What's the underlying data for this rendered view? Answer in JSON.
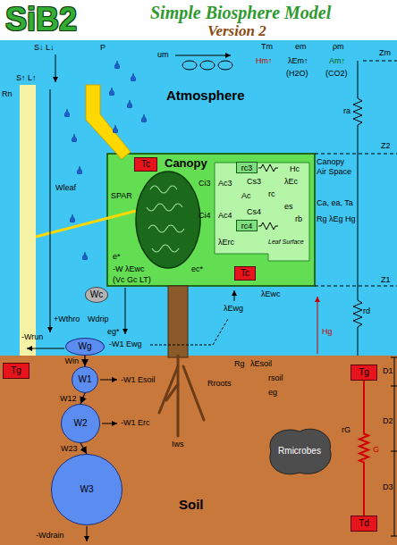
{
  "diagram": {
    "title": "Simple Biosphere Model",
    "nodes": [
      {
        "text": [
          "Atmosphere"
        ]
      },
      {
        "text": [
          "Canopy"
        ],
        "in": 0
      },
      {
        "text": [
          "Tc"
        ],
        "in": 1
      },
      {
        "text": [
          "rc3"
        ],
        "in": 1
      },
      {
        "text": [
          "rc4"
        ],
        "in": 1
      },
      {
        "text": [
          "Tc"
        ],
        "in": 1
      },
      {
        "text": [
          "Wc"
        ],
        "in": 0
      },
      {
        "text": [
          "Wg"
        ],
        "in": 0
      },
      {
        "text": [
          "Soil"
        ]
      },
      {
        "text": [
          "Tg"
        ],
        "in": 8
      },
      {
        "text": [
          "W1"
        ],
        "in": 8
      },
      {
        "text": [
          "W2"
        ],
        "in": 8
      },
      {
        "text": [
          "W3"
        ],
        "in": 8
      },
      {
        "text": [
          "Tg"
        ],
        "in": 8
      },
      {
        "text": [
          "Td"
        ],
        "in": 8
      },
      {
        "text": [
          "Rmicrobes"
        ],
        "in": 8
      }
    ],
    "edges": [
      {
        "from": 7,
        "to": 10,
        "arrow": "to",
        "label": "Win"
      },
      {
        "from": 10,
        "to": 11,
        "arrow": "to",
        "label": "W12"
      },
      {
        "from": 11,
        "to": 12,
        "arrow": "to",
        "label": "W23"
      },
      {
        "from": 13,
        "to": 14,
        "arrow": "none"
      }
    ],
    "labels": [
      "SiB2",
      "Version 2",
      "S↓ L↓",
      "P",
      "Rn",
      "S↑ L↑",
      "um",
      "Tm",
      "em",
      "ρm",
      "Zm",
      "Hm↑",
      "λEm↑",
      "Am↑",
      "(H2O)",
      "(CO2)",
      "ra",
      "Z2",
      "Canopy Air Space",
      "SPAR",
      "Ci3",
      "Ac3",
      "Cs3",
      "Ac",
      "Ci4",
      "Ac4",
      "Cs4",
      "λErc",
      "rc",
      "Hc",
      "λEc",
      "es",
      "Leaf Surface",
      "rb",
      "Ca, ea, Ta",
      "Rg λEg Hg",
      "e*",
      "-W λEwc",
      "(Vc Gc LT)",
      "ec*",
      "λEwc",
      "Z1",
      "rd",
      "Wleaf",
      "+Wthro",
      "Wdrip",
      "-Wrun",
      "eg*",
      "-W1 Ewg",
      "λEwg",
      "Hg",
      "Rg",
      "λEsoil",
      "rsoil",
      "eg",
      "-W1 Esoil",
      "-W1 Erc",
      "Rroots",
      "Iws",
      "D1",
      "D2",
      "D3",
      "rG",
      "G",
      "-Wdrain"
    ]
  }
}
